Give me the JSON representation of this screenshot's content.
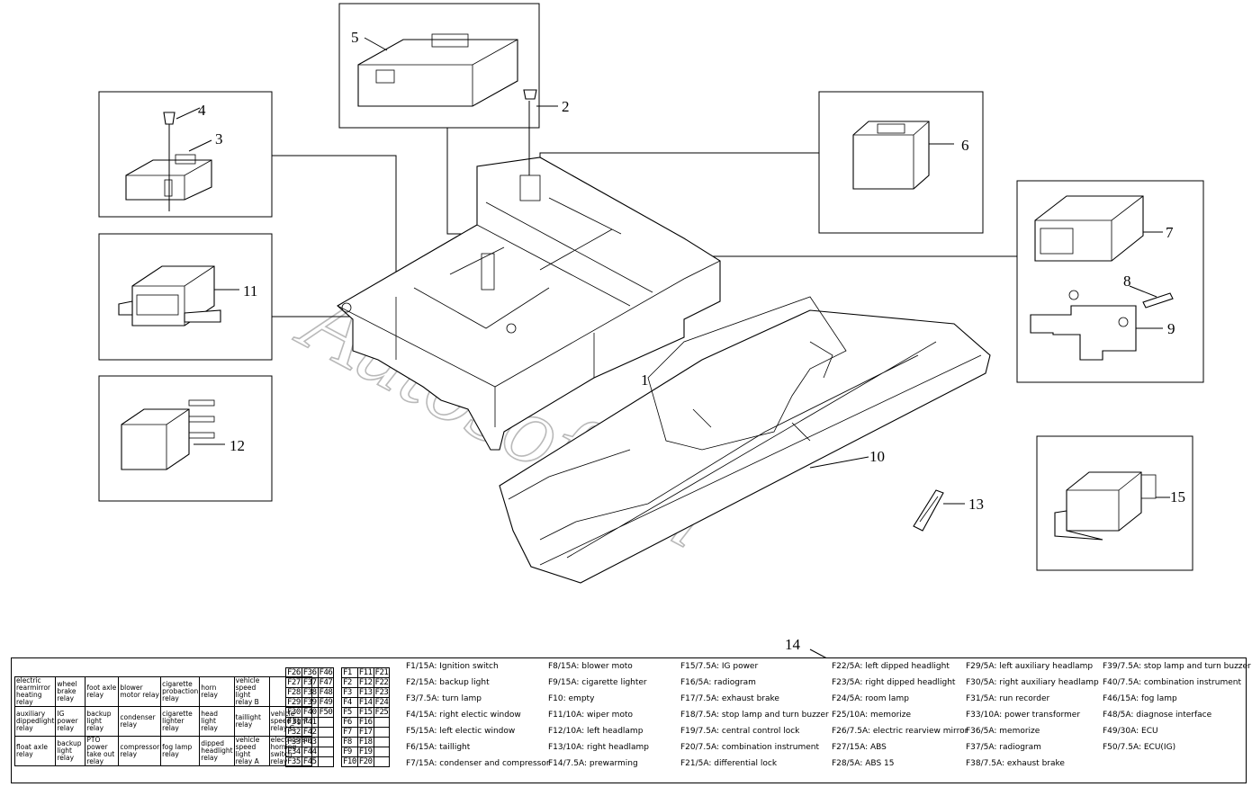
{
  "watermark": "Autosoft.ru",
  "callouts": [
    "1",
    "2",
    "3",
    "4",
    "5",
    "6",
    "7",
    "8",
    "9",
    "10",
    "11",
    "12",
    "13",
    "14",
    "15"
  ],
  "relays": [
    [
      "electric rearmirror heating relay",
      "wheel brake relay",
      "foot axle relay",
      "blower motor relay",
      "cigarette probaction relay",
      "horn relay",
      "vehicle speed light relay B",
      ""
    ],
    [
      "auxiliary dippedlight relay",
      "IG power relay",
      "backup light relay",
      "condenser relay",
      "cigarette lighter relay",
      "head light relay",
      "taillight relay",
      "vehicle speed light relay C"
    ],
    [
      "float axle relay",
      "backup light relay",
      "PTO power take out relay",
      "compressor relay",
      "fog lamp relay",
      "dipped headlight relay",
      "vehicle speed light relay A",
      "electrics/air horning switch relay"
    ]
  ],
  "fuse_grid_a": [
    [
      "F26",
      "F36",
      "F46"
    ],
    [
      "F27",
      "F37",
      "F47"
    ],
    [
      "F28",
      "F38",
      "F48"
    ],
    [
      "F29",
      "F39",
      "F49"
    ],
    [
      "F30",
      "F40",
      "F50"
    ],
    [
      "F31",
      "F41",
      ""
    ],
    [
      "F32",
      "F42",
      ""
    ],
    [
      "F33",
      "F43",
      ""
    ],
    [
      "F34",
      "F44",
      ""
    ],
    [
      "F35",
      "F45",
      ""
    ]
  ],
  "fuse_grid_b": [
    [
      "F1",
      "F11",
      "F21"
    ],
    [
      "F2",
      "F12",
      "F22"
    ],
    [
      "F3",
      "F13",
      "F23"
    ],
    [
      "F4",
      "F14",
      "F24"
    ],
    [
      "F5",
      "F15",
      "F25"
    ],
    [
      "F6",
      "F16",
      ""
    ],
    [
      "F7",
      "F17",
      ""
    ],
    [
      "F8",
      "F18",
      ""
    ],
    [
      "F9",
      "F19",
      ""
    ],
    [
      "F10",
      "F20",
      ""
    ]
  ],
  "fuse_columns": [
    [
      "F1/15A: Ignition switch",
      "F2/15A: backup light",
      "F3/7.5A: turn lamp",
      "F4/15A: right electic window",
      "F5/15A: left electic window",
      "F6/15A: taillight",
      "F7/15A: condenser and compressor"
    ],
    [
      "F8/15A: blower moto",
      "F9/15A: cigarette lighter",
      "F10: empty",
      "F11/10A: wiper moto",
      "F12/10A: left headlamp",
      "F13/10A: right headlamp",
      "F14/7.5A: prewarming"
    ],
    [
      "F15/7.5A: IG power",
      "F16/5A: radiogram",
      "F17/7.5A: exhaust brake",
      "F18/7.5A: stop lamp and turn buzzer",
      "F19/7.5A: central control lock",
      "F20/7.5A: combination instrument",
      "F21/5A: differential lock"
    ],
    [
      "F22/5A: left dipped headlight",
      "F23/5A: right dipped headlight",
      "F24/5A: room lamp",
      "F25/10A: memorize",
      "F26/7.5A: electric rearview mirror",
      "F27/15A: ABS",
      "F28/5A: ABS 15"
    ],
    [
      "F29/5A: left auxiliary headlamp",
      "F30/5A: right auxiliary headlamp",
      "F31/5A: run recorder",
      "F33/10A: power transformer",
      "F36/5A: memorize",
      "F37/5A: radiogram",
      "F38/7.5A: exhaust brake"
    ],
    [
      "F39/7.5A: stop lamp and turn buzzer",
      "F40/7.5A: combination instrument",
      "F46/15A: fog lamp",
      "F48/5A: diagnose interface",
      "F49/30A: ECU",
      "F50/7.5A: ECU(IG)"
    ]
  ]
}
